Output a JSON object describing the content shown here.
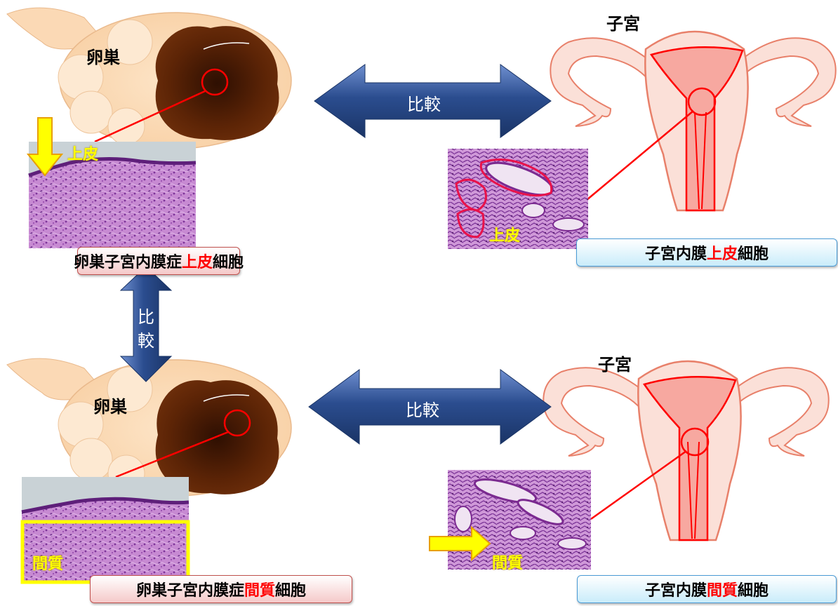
{
  "top_left": {
    "organ_label": "卵巣",
    "tissue_label": "上皮",
    "caption_pre": "卵巣子宮内膜症",
    "caption_hl": "上皮",
    "caption_post": "細胞"
  },
  "top_right": {
    "organ_label": "子宮",
    "tissue_label": "上皮",
    "caption_pre": "子宮内膜",
    "caption_hl": "上皮",
    "caption_post": "細胞"
  },
  "bottom_left": {
    "organ_label": "卵巣",
    "tissue_label": "間質",
    "caption_pre": "卵巣子宮内膜症",
    "caption_hl": "間質",
    "caption_post": "細胞"
  },
  "bottom_right": {
    "organ_label": "子宮",
    "tissue_label": "間質",
    "caption_pre": "子宮内膜",
    "caption_hl": "間質",
    "caption_post": "細胞"
  },
  "arrows": {
    "top_horizontal": "比較",
    "bottom_horizontal": "比較",
    "vertical_line1": "比",
    "vertical_line2": "較"
  },
  "colors": {
    "highlight": "#ff0000",
    "marker_yellow": "#ffff00",
    "ovary_skin": "#fbd9b5",
    "lesion": "#5c2406",
    "uterus_fill": "#fbe0d8",
    "uterus_line": "#e8806a",
    "arrow_blue": "#2b4d8f",
    "tissue_purple": "#b569c4"
  }
}
